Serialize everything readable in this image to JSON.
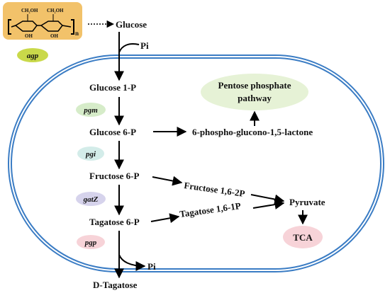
{
  "colors": {
    "membrane": "#3a7cc4",
    "membrane_inner": "#ffffff",
    "starch_box": "#f2c26a",
    "enzyme_agp": "#c9d94a",
    "enzyme_pgm": "#d6ecc9",
    "enzyme_pgi": "#d3ece9",
    "enzyme_gatZ": "#d6d3ec",
    "enzyme_pgp": "#f7d3d8",
    "pentose_fill": "#e6f2d6",
    "tca_fill": "#f7d3d8",
    "arrow": "#000000"
  },
  "starch": {
    "ch2oh_1": "CH₂OH",
    "ch2oh_2": "CH₂OH",
    "oh_1": "OH",
    "oh_2": "OH",
    "subscript": "n"
  },
  "nodes": {
    "glucose": "Glucose",
    "pi_in": "Pi",
    "glucose_1p": "Glucose 1-P",
    "glucose_6p": "Glucose 6-P",
    "lactone": "6-phospho-glucono-1,5-lactone",
    "pentose_line1": "Pentose phosphate",
    "pentose_line2": "pathway",
    "fructose_6p": "Fructose 6-P",
    "fructose_16": "Fructose 1,6-2P",
    "tagatose_6p": "Tagatose 6-P",
    "tagatose_16": "Tagatose 1,6-1P",
    "pyruvate": "Pyruvate",
    "tca": "TCA",
    "pi_out": "Pi",
    "d_tagatose": "D-Tagatose"
  },
  "enzymes": {
    "agp": "agp",
    "pgm": "pgm",
    "pgi": "pgi",
    "gatZ": "gatZ",
    "pgp": "pgp"
  }
}
